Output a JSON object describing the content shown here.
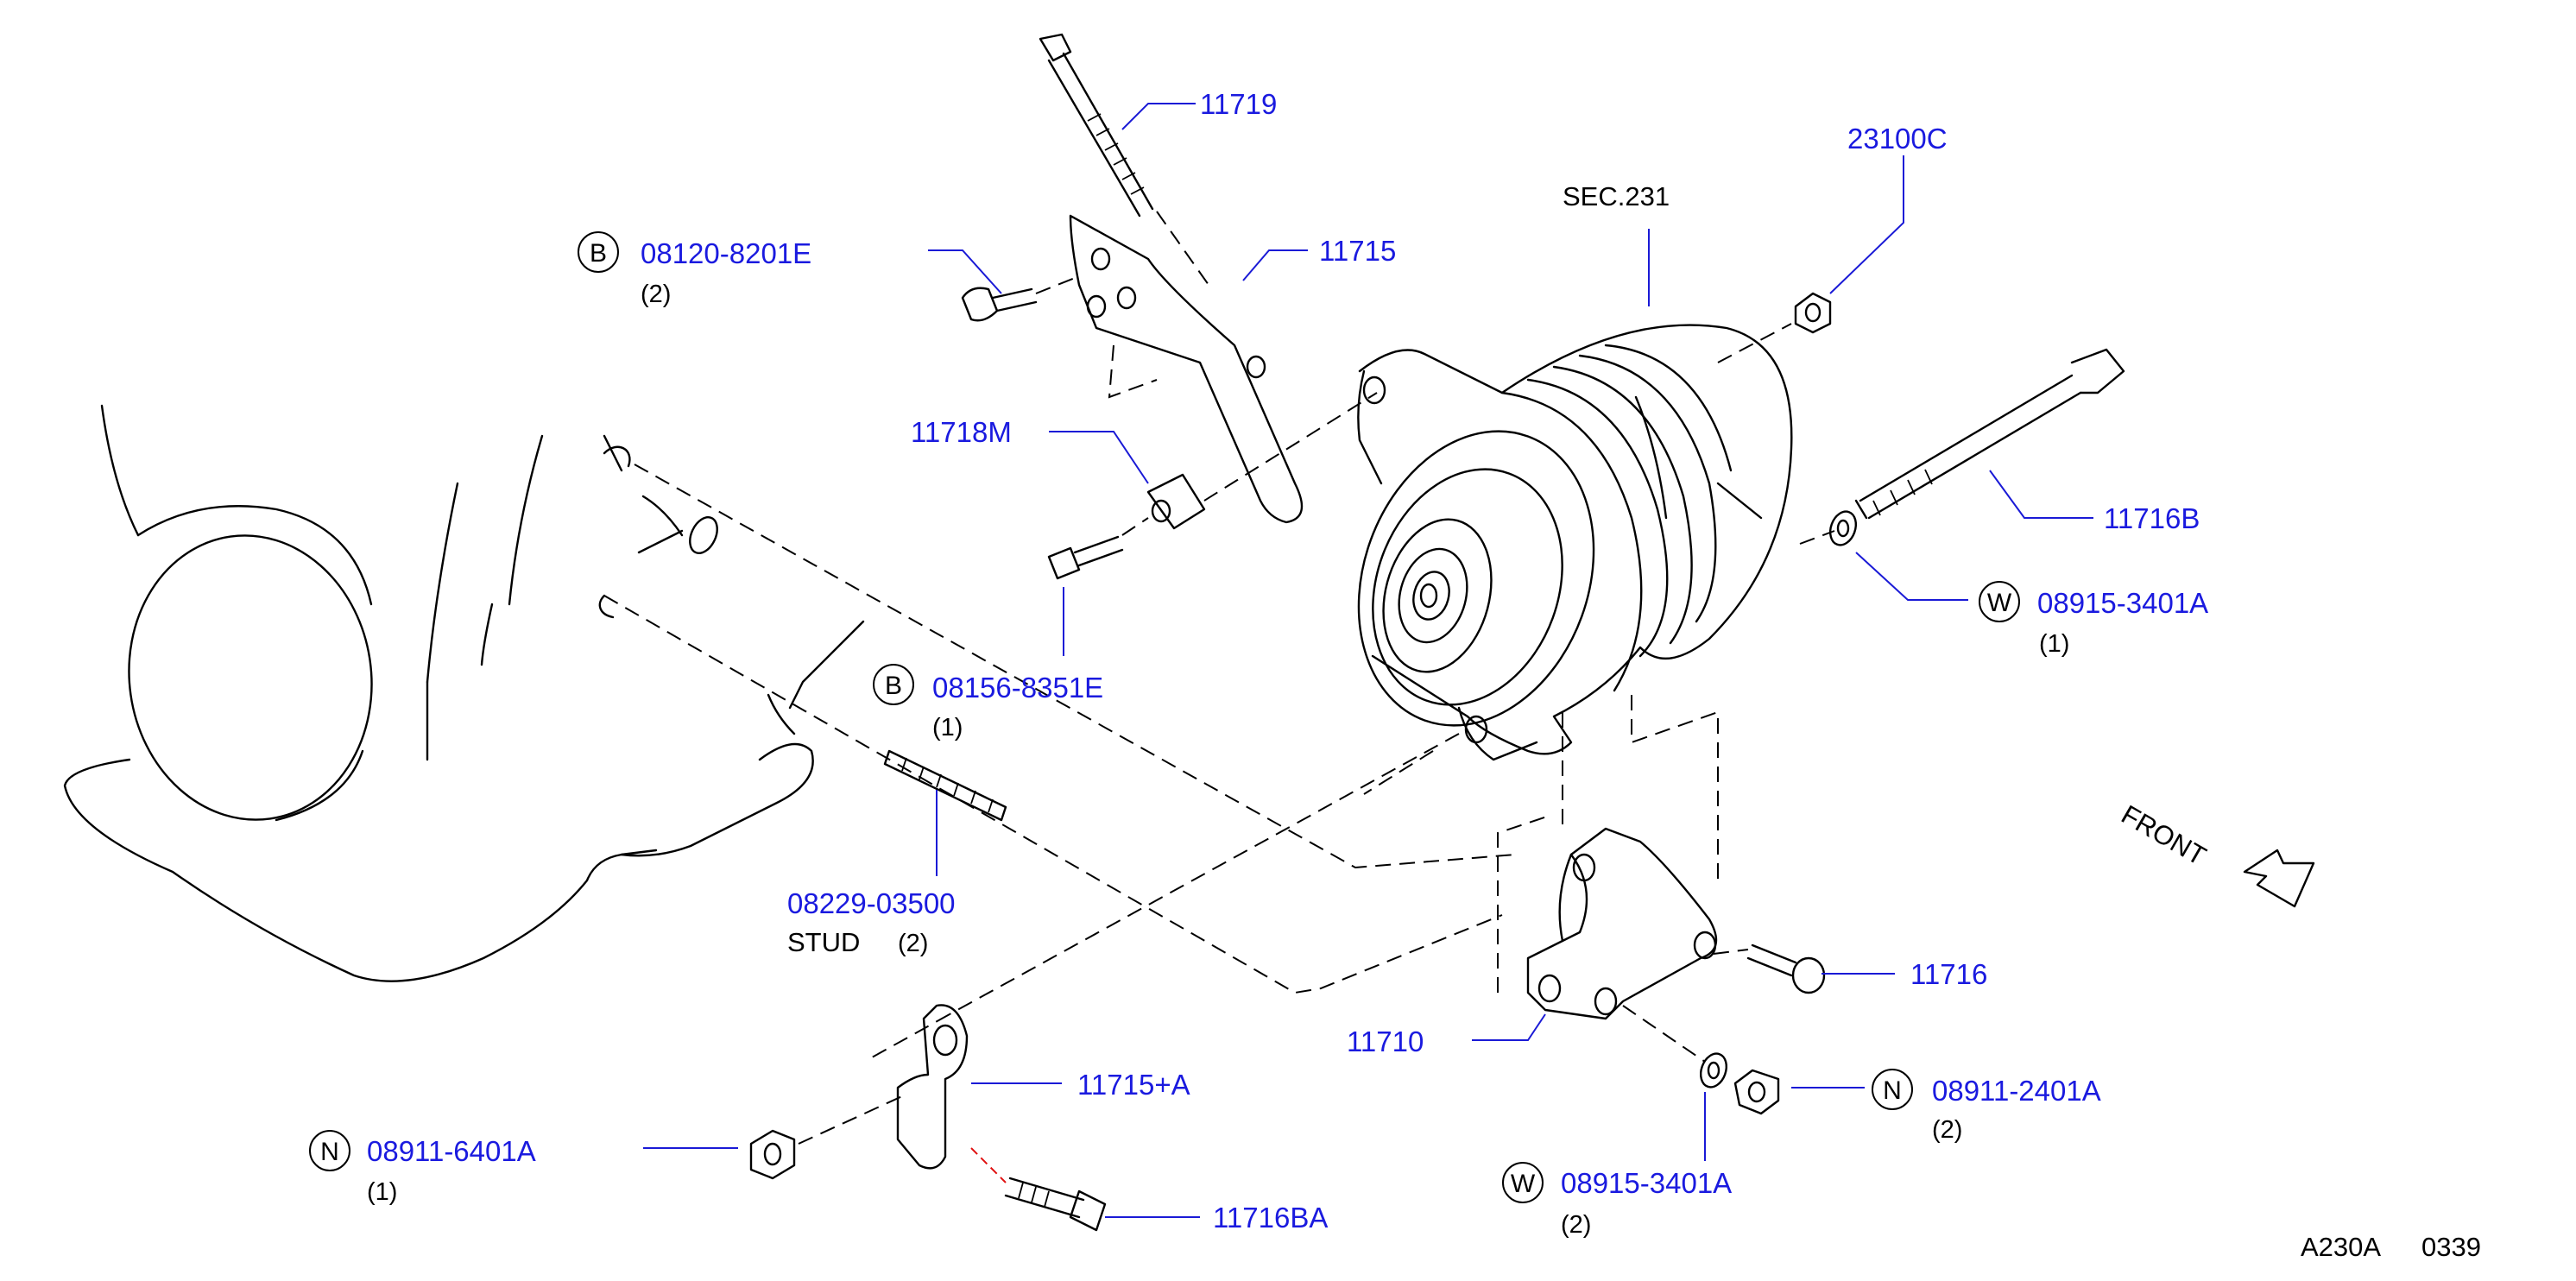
{
  "labels": {
    "p11719": "11719",
    "p23100c": "23100C",
    "sec231": "SEC.231",
    "p08120": "08120-8201E",
    "q08120": "(2)",
    "p11715": "11715",
    "p11718m": "11718M",
    "p11716b": "11716B",
    "p08915a": "08915-3401A",
    "q08915a": "(1)",
    "p08156": "08156-8351E",
    "q08156": "(1)",
    "front": "FRONT",
    "p08229": "08229-03500",
    "stud": "STUD",
    "qstud": "(2)",
    "p11716": "11716",
    "p11710": "11710",
    "p11715a": "11715+A",
    "p08911b": "08911-2401A",
    "q08911b": "(2)",
    "p08911a": "08911-6401A",
    "q08911a": "(1)",
    "p08915b": "08915-3401A",
    "q08915b": "(2)",
    "p11716ba": "11716BA",
    "figure_code": "A230A",
    "figure_num": "0339"
  },
  "badges": {
    "b1": "B",
    "b2": "B",
    "w1": "W",
    "w2": "W",
    "n1": "N",
    "n2": "N"
  },
  "colors": {
    "part_number": "#1a1adf",
    "leader": "#1a1ad6",
    "line_art": "#000000"
  }
}
